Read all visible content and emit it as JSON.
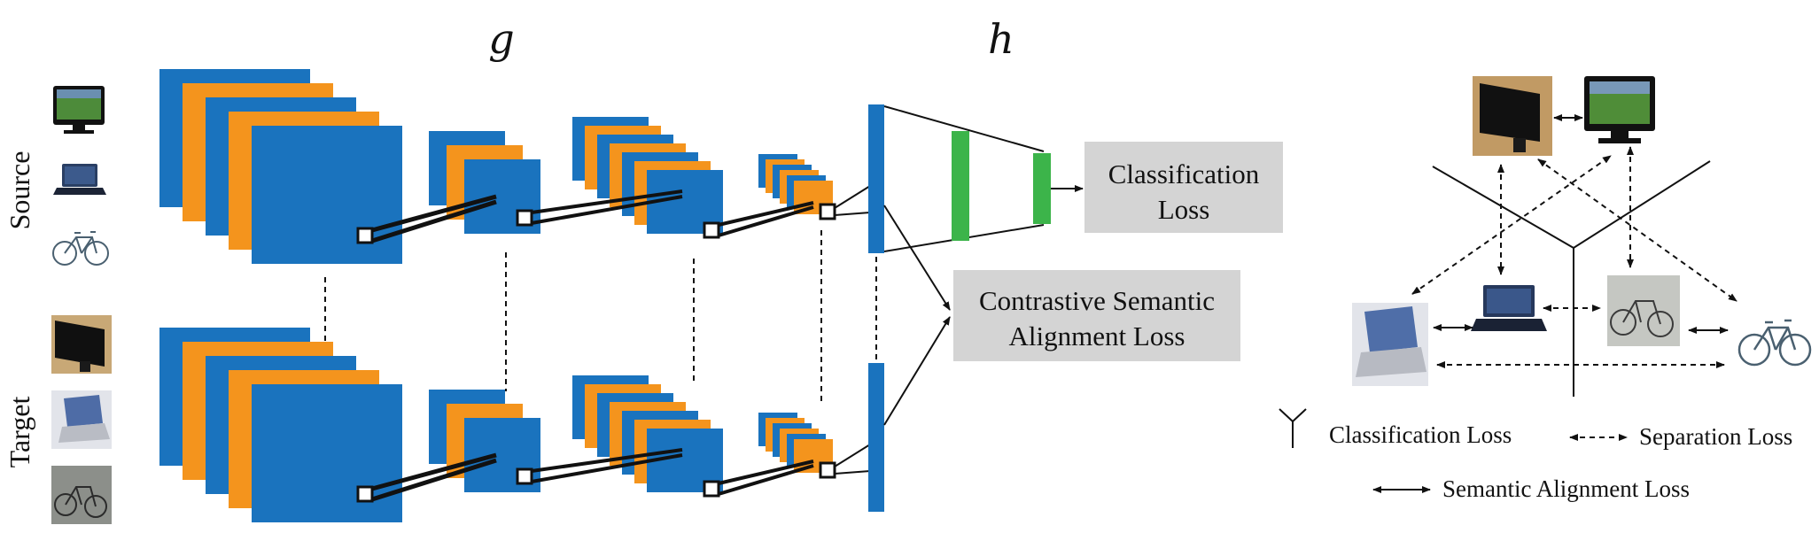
{
  "network": {
    "g_label": "g",
    "h_label": "h",
    "source_label": "Source",
    "target_label": "Target",
    "classification_box": {
      "line1": "Classification",
      "line2": "Loss"
    },
    "csa_box": {
      "line1": "Contrastive Semantic",
      "line2": "Alignment Loss"
    }
  },
  "source_images": [
    "monitor-image",
    "laptop-image",
    "bicycle-image"
  ],
  "target_images": [
    "monitor-image",
    "laptop-image",
    "bicycle-image"
  ],
  "legend": {
    "classification": "Classification Loss",
    "separation": "Separation Loss",
    "semantic": "Semantic Alignment Loss"
  },
  "colors": {
    "feature_blue": "#1a73be",
    "feature_orange": "#f4941d",
    "fc_green": "#3cb44a",
    "loss_box_gray": "#d4d4d4",
    "ink": "#111111"
  }
}
